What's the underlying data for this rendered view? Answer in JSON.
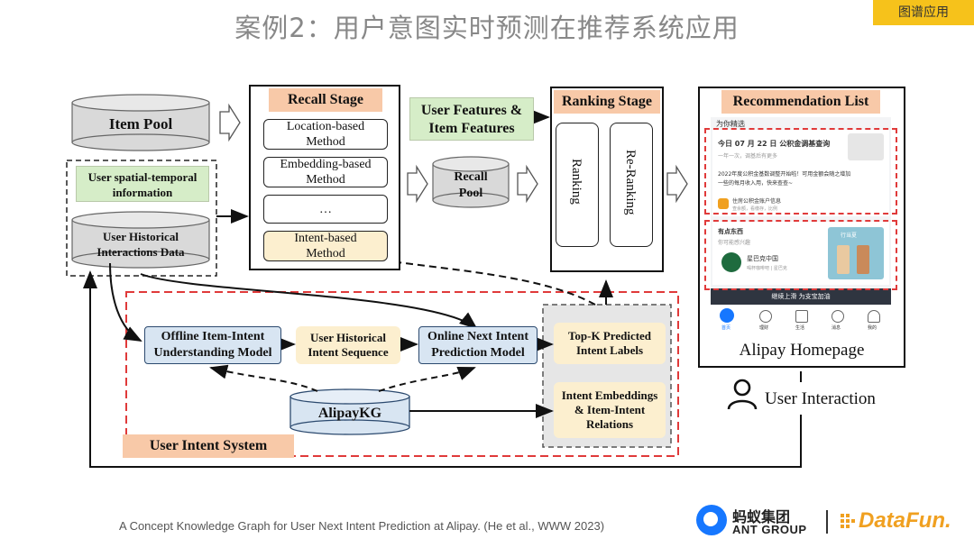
{
  "title": "案例2：用户意图实时预测在推荐系统应用",
  "corner_tag": "图谱应用",
  "diagram": {
    "item_pool": "Item Pool",
    "user_spatial": [
      "User spatial-temporal",
      "information"
    ],
    "user_hist_data": [
      "User Historical",
      "Interactions Data"
    ],
    "recall_stage": "Recall Stage",
    "methods": [
      [
        "Location-based",
        "Method"
      ],
      [
        "Embedding-based",
        "Method"
      ],
      [
        "…"
      ],
      [
        "Intent-based",
        "Method"
      ]
    ],
    "user_features": [
      "User Features &",
      "Item Features"
    ],
    "recall_pool": [
      "Recall",
      "Pool"
    ],
    "ranking_stage": "Ranking Stage",
    "ranking": "Ranking",
    "re_ranking": "Re-Ranking",
    "recommendation_list": "Recommendation List",
    "alipay_homepage": "Alipay Homepage",
    "user_interaction": "User Interaction",
    "offline_model": [
      "Offline Item-Intent",
      "Understanding Model"
    ],
    "hist_sequence": [
      "User Historical",
      "Intent Sequence"
    ],
    "online_model": [
      "Online Next Intent",
      "Prediction Model"
    ],
    "topk": [
      "Top-K Predicted",
      "Intent Labels"
    ],
    "intent_emb": [
      "Intent Embeddings",
      "& Item-Intent",
      "Relations"
    ],
    "alipaykg": "AlipayKG",
    "user_intent_system": "User Intent System"
  },
  "phone": {
    "header": "为你精选",
    "card1_title": "今日 07 月 22 日 公积金调基查询",
    "card1_sub": "一年一次，调基后有更多",
    "card1_body": [
      "2022年度公积金基数调整开始啦！可用金额会随之增加",
      "一些的每月收入用，快来查查~"
    ],
    "card1_service": "住房公积金账户信息",
    "card1_service_sub": "查余额，看缴存，比例",
    "card2_title": "有点东西",
    "card2_sub": "你可能感兴趣",
    "card2_brand": "星巴克中国",
    "card2_brand_sub": "喝杯咖啡吧 | 星巴克",
    "card2_badge": "行当夏",
    "banner": "继续上滑 为支宝加油",
    "tabs": [
      "首页",
      "理财",
      "生活",
      "消息",
      "我的"
    ]
  },
  "footer": {
    "caption": "A Concept Knowledge Graph for User Next Intent Prediction at Alipay.  (He et al., WWW 2023)",
    "ant_cn": "蚂蚁集团",
    "ant_en": "ANT GROUP",
    "datafun": "DataFun."
  },
  "colors": {
    "title": "#888888",
    "corner_tag": "#f6c21b",
    "orange_label": "#f8c9a8",
    "green_label": "#d6edc8",
    "model_blue": "#d8e5f2",
    "intent_yellow": "#fcefcf",
    "red_dashed": "#e03a3a",
    "datafun_orange": "#f0a020"
  }
}
